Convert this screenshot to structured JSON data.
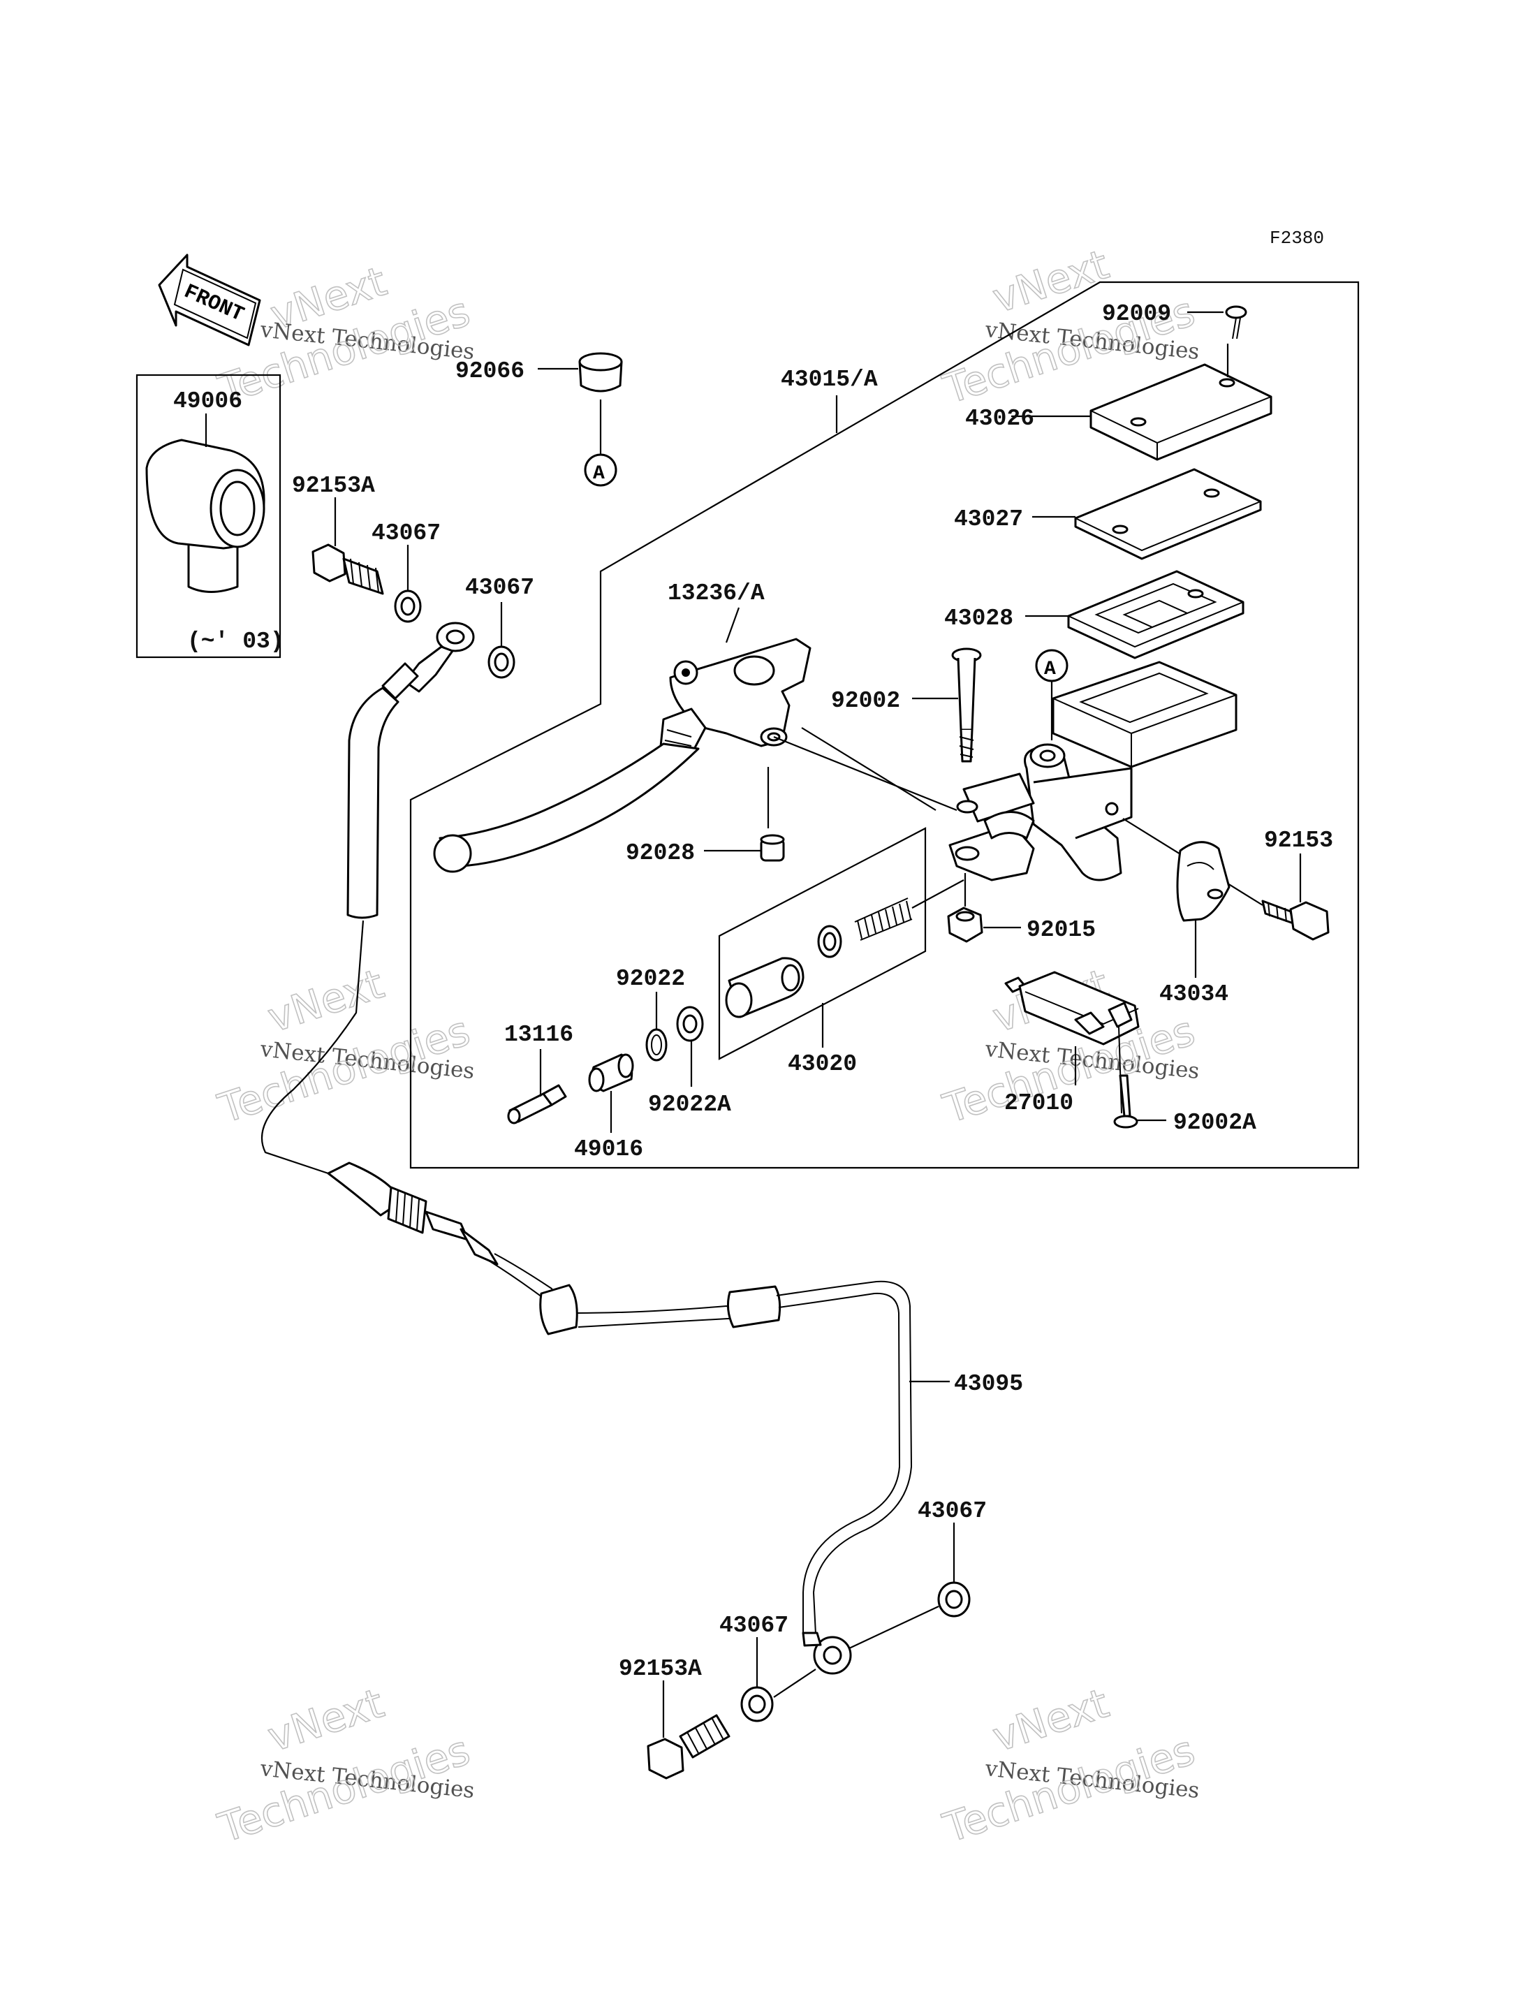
{
  "figure_code": "F2380",
  "front_label": "FRONT",
  "callout_letter": "A",
  "inset_note": "(~' 03)",
  "watermarks": [
    {
      "line1": "vNext",
      "line2": "vNext Technologies",
      "line3": "Technologies"
    },
    {
      "line1": "vNext",
      "line2": "vNext Technologies",
      "line3": "Technologies"
    },
    {
      "line1": "vNext",
      "line2": "vNext Technologies",
      "line3": "Technologies"
    },
    {
      "line1": "vNext",
      "line2": "vNext Technologies",
      "line3": "Technologies"
    },
    {
      "line1": "vNext",
      "line2": "vNext Technologies",
      "line3": "Technologies"
    },
    {
      "line1": "vNext",
      "line2": "vNext Technologies",
      "line3": "Technologies"
    }
  ],
  "part_labels": {
    "p92009": "92009",
    "p92066": "92066",
    "p43015A": "43015/A",
    "p49006": "49006",
    "p43026": "43026",
    "p92153A_top": "92153A",
    "p43027": "43027",
    "p43067_a": "43067",
    "p43067_b": "43067",
    "p13236A": "13236/A",
    "p43028": "43028",
    "p92002": "92002",
    "p92153": "92153",
    "p92028": "92028",
    "p92015": "92015",
    "p43034": "43034",
    "p92022": "92022",
    "p13116": "13116",
    "p43020": "43020",
    "p92022A": "92022A",
    "p27010": "27010",
    "p49016": "49016",
    "p92002A": "92002A",
    "p43095": "43095",
    "p43067_c": "43067",
    "p43067_d": "43067",
    "p92153A_bottom": "92153A"
  }
}
